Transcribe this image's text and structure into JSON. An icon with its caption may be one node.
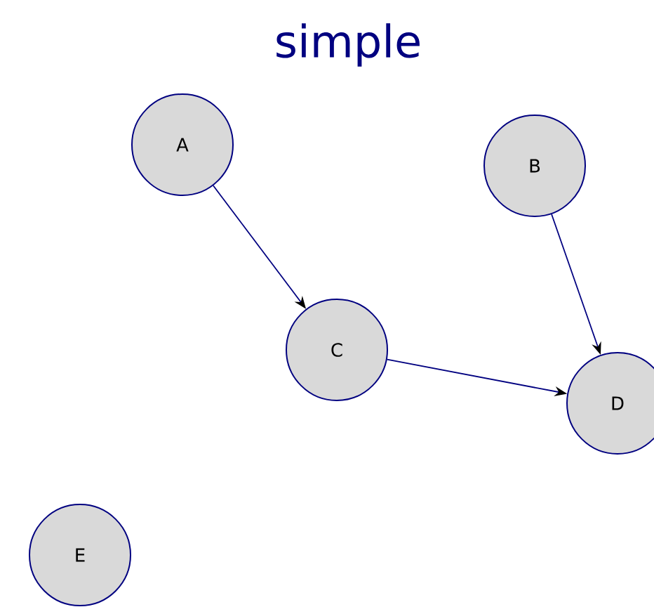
{
  "diagram": {
    "title": "simple",
    "nodes": [
      {
        "text": [
          "A"
        ]
      },
      {
        "text": [
          "B"
        ]
      },
      {
        "text": [
          "C"
        ]
      },
      {
        "text": [
          "D"
        ]
      },
      {
        "text": [
          "E"
        ]
      }
    ],
    "edges": [
      {
        "from": 0,
        "to": 2,
        "arrow": "to"
      },
      {
        "from": 1,
        "to": 3,
        "arrow": "to"
      },
      {
        "from": 2,
        "to": 3,
        "arrow": "to"
      }
    ]
  }
}
